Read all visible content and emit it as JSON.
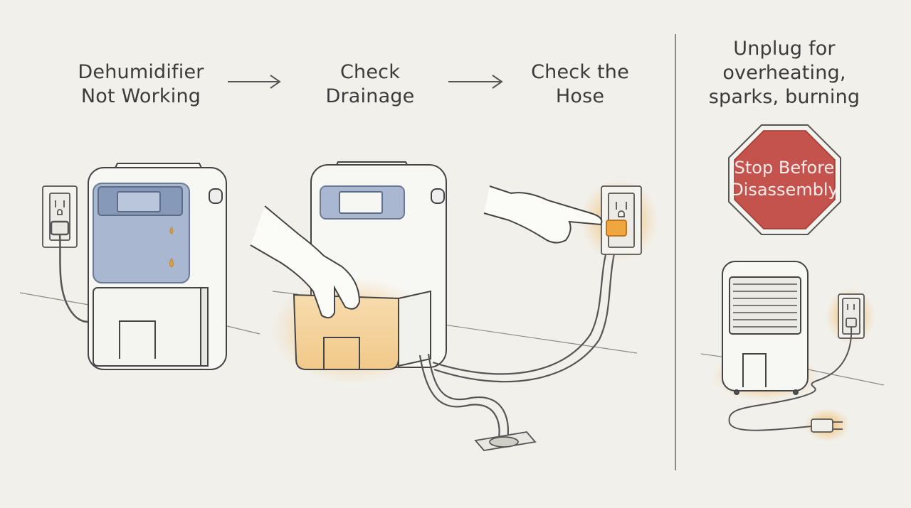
{
  "steps": [
    {
      "label": "Dehumidifier\nNot Working"
    },
    {
      "label": "Check\nDrainage"
    },
    {
      "label": "Check the\nHose"
    }
  ],
  "warning": {
    "label": "Unplug for\noverheating,\nsparks, burning",
    "stop_sign_line1": "Stop Before",
    "stop_sign_line2": "Disassembly"
  },
  "colors": {
    "background": "#f1f0eb",
    "line": "#4a4a4a",
    "panel_blue": "#a9b8d0",
    "highlight_orange": "#f2b24f",
    "stop_red": "#c4534e"
  },
  "icons": [
    "wall-outlet-icon",
    "dehumidifier-icon",
    "hand-icon",
    "drain-hose-icon",
    "floor-drain-icon",
    "stop-sign-icon",
    "power-plug-icon"
  ]
}
